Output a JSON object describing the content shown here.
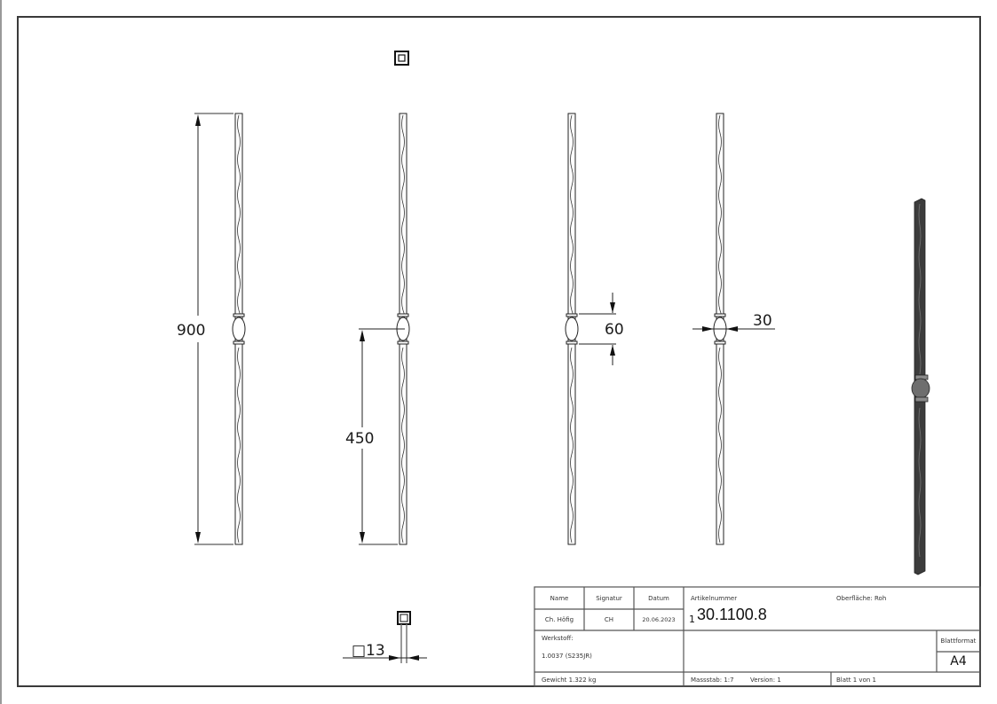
{
  "title_block": {
    "headers": {
      "name": "Name",
      "signatur": "Signatur",
      "datum": "Datum"
    },
    "values": {
      "name": "Ch. Höfig",
      "signatur": "CH",
      "datum": "20.06.2023"
    },
    "artikelnummer_label": "Artikelnummer",
    "artikelnummer_prefix": "1",
    "artikelnummer": "30.1100.8",
    "oberflaeche": "Oberfläche:  Roh",
    "werkstoff_label": "Werkstoff:",
    "werkstoff": "1.0037 (S235JR)",
    "blattformat_label": "Blattformat",
    "blattformat": "A4",
    "gewicht": "Gewicht 1.322 kg",
    "massstab": "Massstab: 1:7",
    "version": "Version: 1",
    "blatt": "Blatt 1 von 1"
  },
  "dimensions": {
    "total_height": "900",
    "ball_position": "450",
    "ball_height": "60",
    "ball_width": "30",
    "square_section": "□13"
  },
  "colors": {
    "frame": "#3a3a3a",
    "line": "#1a1a1a",
    "iso_body": "#3c3c3c",
    "iso_ball": "#6e6e6e"
  }
}
